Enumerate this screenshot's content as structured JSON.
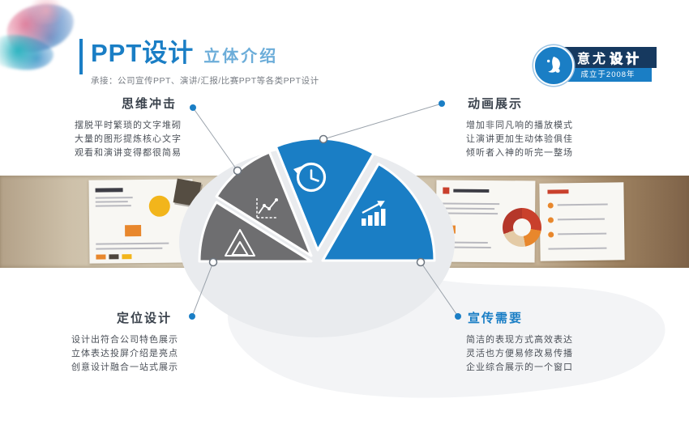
{
  "header": {
    "title": "PPT设计",
    "subtitle": "立体介绍",
    "tagline": "承接：公司宣传PPT、演讲/汇报/比赛PPT等各类PPT设计"
  },
  "badge": {
    "brand_primary": "意尤",
    "brand_secondary": "设计",
    "established": "成立于2008年",
    "logo_icon": "paint-splash-icon"
  },
  "sections": {
    "top_left": {
      "title": "思维冲击",
      "lines": [
        "摆脱平时繁琐的文字堆砌",
        "大量的图形提炼核心文字",
        "观看和演讲变得都很简易"
      ]
    },
    "top_right": {
      "title": "动画展示",
      "lines": [
        "增加非同凡响的播放模式",
        "让演讲更加生动体验俱佳",
        "倾听者入神的听完一整场"
      ]
    },
    "bottom_left": {
      "title": "定位设计",
      "lines": [
        "设计出符合公司特色展示",
        "立体表达投屏介绍是亮点",
        "创意设计融合一站式展示"
      ]
    },
    "bottom_right": {
      "title": "宣传需要",
      "lines": [
        "简洁的表现方式高效表达",
        "灵活也方便易修改易传播",
        "企业综合展示的一个窗口"
      ]
    }
  },
  "fan": {
    "wedges": [
      {
        "icon": "pyramid-icon",
        "color_key": "wedge_gray"
      },
      {
        "icon": "line-chart-icon",
        "color_key": "wedge_gray"
      },
      {
        "icon": "history-clock-icon",
        "color_key": "primary_blue"
      },
      {
        "icon": "bar-growth-icon",
        "color_key": "primary_blue"
      }
    ]
  },
  "colors": {
    "primary_blue": "#1a7ec5",
    "light_blue": "#6cadd9",
    "navy": "#16395f",
    "wedge_gray": "#6e6e70",
    "accent_yellow": "#f2b51b",
    "accent_orange": "#e8872c",
    "accent_red": "#c9402c",
    "strip_beige": "#d0c3ad",
    "text_dark": "#3a424c",
    "text_body": "#4b5058"
  }
}
